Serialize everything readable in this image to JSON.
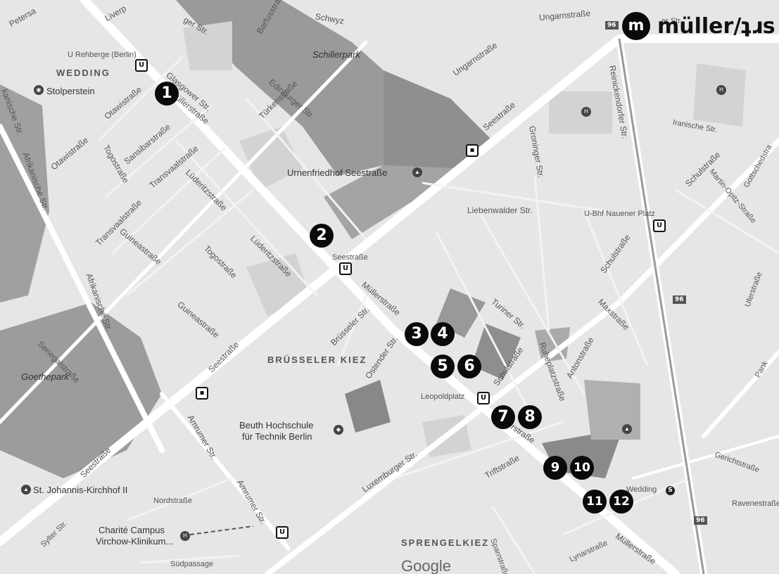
{
  "brand": {
    "logo_glyph": "m",
    "name": "müller/ʇɹs"
  },
  "attribution": "Google",
  "areas": {
    "wedding": "WEDDING",
    "bruesseler_kiez": "BRÜSSELER KIEZ",
    "sprengelkiez": "SPRENGELKIEZ"
  },
  "parks": {
    "schillerpark": "Schillerpark",
    "goethepark": "Goethepark"
  },
  "places": {
    "stolperstein": "Stolperstein",
    "urnenfriedhof": "Urnenfriedhof Seestraße",
    "beuth": "Beuth Hochschule",
    "beuth2": "für Technik Berlin",
    "johannis": "St. Johannis-Kirchhof II",
    "charite1": "Charité Campus",
    "charite2": "Virchow-Klinikum..."
  },
  "stations": {
    "rehberge": "U Rehberge (Berlin)",
    "seestrasse": "Seestraße",
    "leopoldplatz": "Leopoldplatz",
    "nauener": "U-Bhf Nauener Platz",
    "wedding": "Wedding"
  },
  "streets": {
    "petersa": "Petersa",
    "liverp": "Liverp",
    "ger_str": "ger Str.",
    "barfussstr": "Barfusstraße",
    "schwyz": "Schwyz",
    "ungarn_top": "Ungarnstraße",
    "ungarn2": "Ungarnstraße",
    "glasgower": "Glasgower Str.",
    "muellerstr_top": "Müllerstraße",
    "edinburger": "Edinburger Str.",
    "tuerken": "Türkenstraße",
    "otawi1": "Otawistraße",
    "otawi2": "Otawistraße",
    "sansibar": "Sansibarstraße",
    "transvaal1": "Transvaalstraße",
    "transvaal2": "Transvaalstraße",
    "togo1": "Togostraße",
    "togo2": "Togostraße",
    "lueder1": "Lüderitzstraße",
    "lueder2": "Lüderitzstraße",
    "kanische": "kanische Str.",
    "afrik1": "Afrikanische Str.",
    "afrik2": "Afrikanische Str.",
    "guinea1": "Guineastraße",
    "guinea2": "Guineastraße",
    "see1": "Seestraße",
    "see2": "Seestraße",
    "see3": "Seestraße",
    "muellerstr_mid": "Müllerstraße",
    "bruesseler": "Brüsseler Str.",
    "ostender": "Ostender Str.",
    "turiner": "Turiner Str.",
    "schulstr1": "Schulstraße",
    "schulstr2": "Schulstraße",
    "schulstr3": "Schulstraße",
    "ruheplatz": "Ruheplatzstraße",
    "anton": "Antonstraße",
    "max": "Maxstraße",
    "liebenwalder": "Liebenwalder Str.",
    "groninger": "Groninger Str.",
    "reinickendorfer": "Reinickendorfer Str.",
    "iranische": "Iranische Str.",
    "ger_str2": "er Str",
    "martin": "Martin-Opitz-Straße",
    "gottsched": "Gottschedstra",
    "ufer": "Uferstraße",
    "pank": "Pank",
    "senegal": "Senegalstraße",
    "amrumer1": "Amrumer Str.",
    "amrumer2": "Amrumer Str.",
    "luxemburger": "Luxemburger Str.",
    "trift": "Triftstraße",
    "muellerstr_low": "Müllerstraße",
    "muellerstr_end": "Müllerstraße",
    "lynar": "Lynarstraße",
    "sparr": "Sparrstraße",
    "nord": "Nordstraße",
    "sued": "Südpassage",
    "sylter": "Sylter Str.",
    "gericht": "Gerichtstraße",
    "ravene": "Ravenestraße"
  },
  "markers": [
    "1",
    "2",
    "3",
    "4",
    "5",
    "6",
    "7",
    "8",
    "9",
    "10",
    "11",
    "12"
  ],
  "routes": [
    "96",
    "96",
    "96"
  ],
  "colors": {
    "background": "#e6e6e6",
    "marker": "#0a0a0a",
    "park": "#8c8c8c",
    "road": "#ffffff"
  }
}
